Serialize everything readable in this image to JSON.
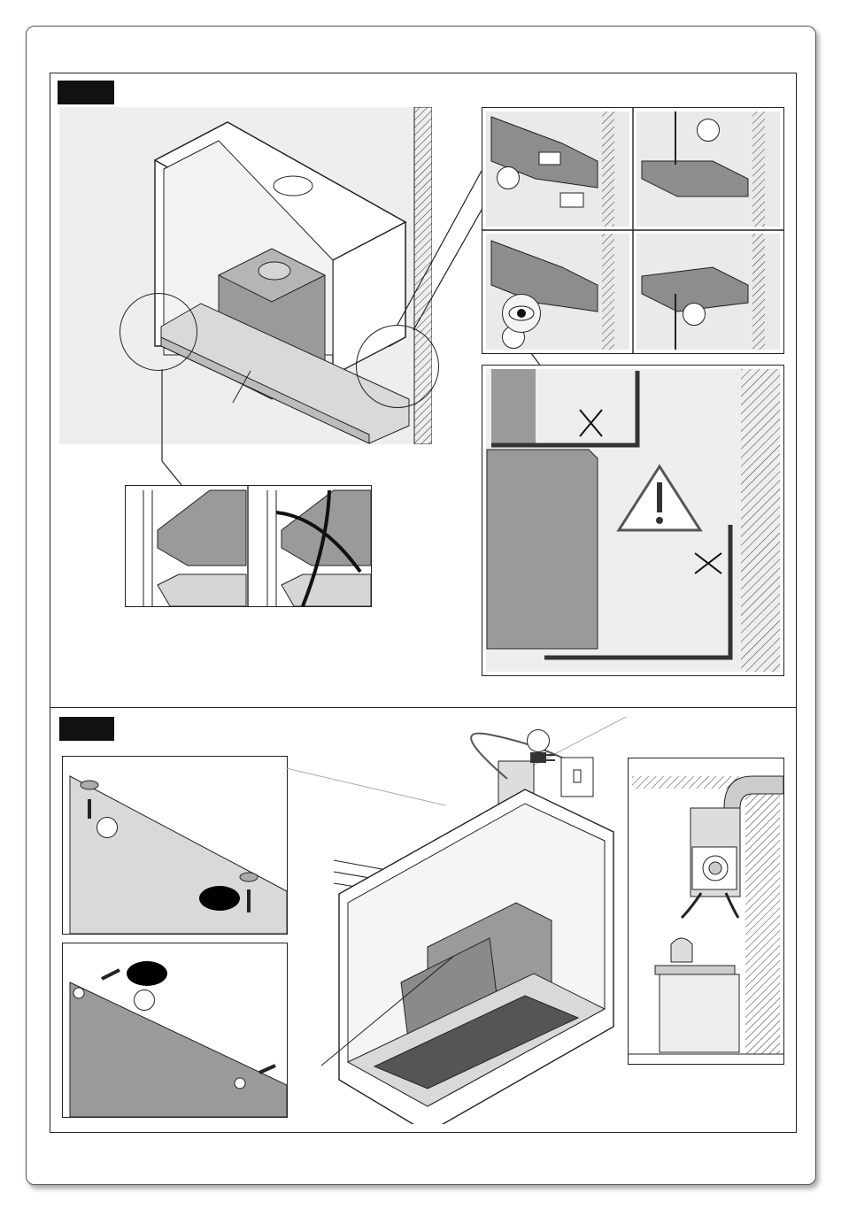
{
  "document": {
    "title": "",
    "step_labels": [
      "",
      ""
    ],
    "callout_numbers": [
      "",
      "",
      "",
      "",
      "",
      "",
      "",
      ""
    ],
    "figures": {
      "top_main": "hood-cabinet-installation",
      "top_detail_grid": "bracket-fixing-steps",
      "top_warning": "clearance-warning",
      "top_bottom_inset": "front-edge-check",
      "bottom_screws_upper": "screw-fixing-upper",
      "bottom_screws_lower": "screw-fixing-lower",
      "bottom_main": "cabinet-hood-ducting",
      "bottom_airflow": "air-exhaust-diagram"
    },
    "icons": {
      "warning": "warning-triangle-icon",
      "eye": "eye-icon",
      "cross": "cross-mark-icon",
      "plug": "power-plug-icon"
    },
    "colors": {
      "frame": "#555555",
      "panel_grey": "#eeeeee",
      "appliance_grey": "#9a9a9a",
      "dark": "#111111"
    }
  }
}
